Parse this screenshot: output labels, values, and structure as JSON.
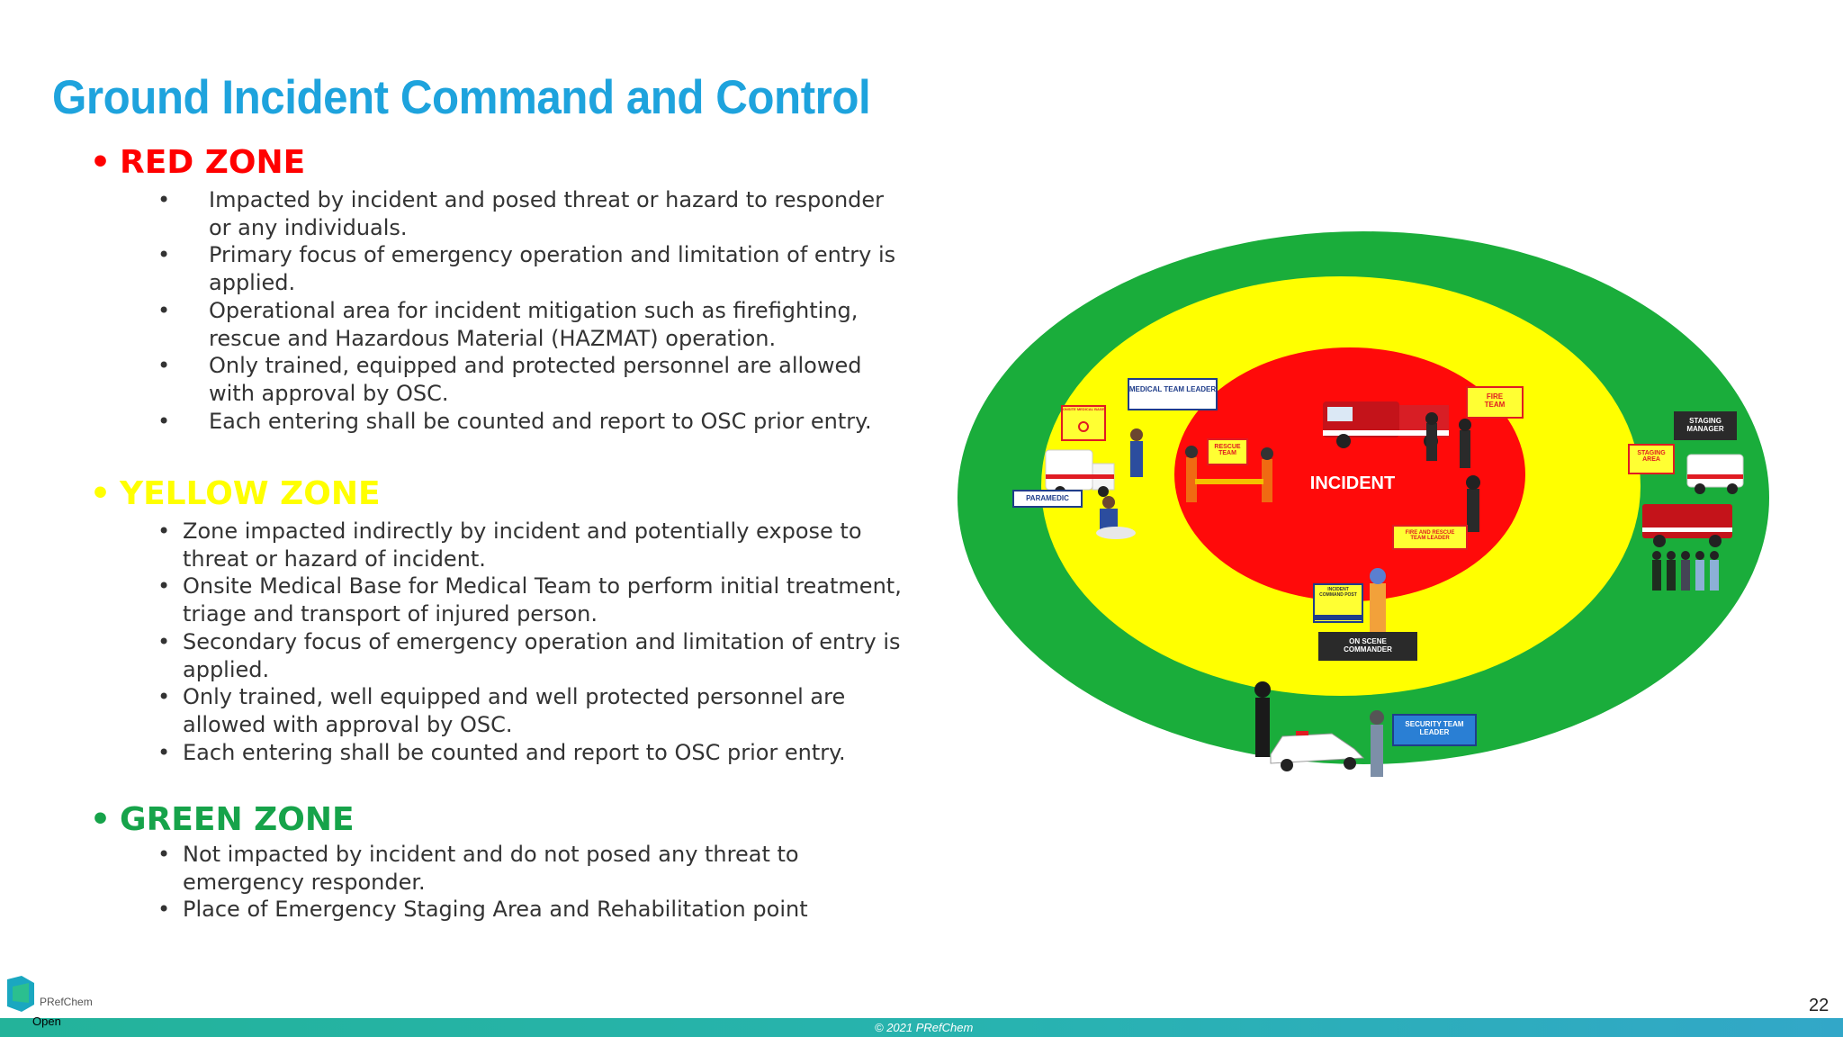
{
  "slide": {
    "title": "Ground Incident Command and Control",
    "page_number": "22",
    "copyright": "© 2021 PRefChem",
    "classification": "Open",
    "logo_text": "PRefChem"
  },
  "colors": {
    "title": "#1ea3dd",
    "red_zone": "#ee0000",
    "yellow_zone": "#ffff00",
    "green_zone": "#16a34a",
    "footer": "#23b39a"
  },
  "zones": {
    "red": {
      "heading": "RED ZONE",
      "color": "#ff0000",
      "bullets": [
        "Impacted by incident and posed threat or hazard to responder or any individuals.",
        "Primary focus of emergency operation and limitation of entry is applied.",
        "Operational area for incident mitigation such as firefighting, rescue and Hazardous Material (HAZMAT) operation.",
        "Only trained, equipped and protected personnel are allowed with approval by OSC.",
        "Each entering shall be counted and report to OSC prior entry."
      ]
    },
    "yellow": {
      "heading": "YELLOW ZONE",
      "color": "#ffff00",
      "bullets": [
        "Zone impacted indirectly by incident and potentially expose to threat or hazard of incident.",
        "Onsite Medical Base for Medical Team to perform initial treatment, triage and transport of injured person.",
        "Secondary focus of emergency operation and limitation of entry is applied.",
        "Only trained, well equipped and well protected personnel are allowed with approval by OSC.",
        "Each entering shall be counted and report to OSC prior entry."
      ]
    },
    "green": {
      "heading": "GREEN ZONE",
      "color": "#16a34a",
      "bullets": [
        "Not impacted by incident and do not posed any threat to emergency responder.",
        "Place of Emergency Staging Area and Rehabilitation point"
      ]
    }
  },
  "diagram": {
    "center_label": "INCIDENT",
    "labels": {
      "medical_team_leader": "MEDICAL TEAM LEADER",
      "onsite_medical_base": "ONSITE MEDICAL BASE",
      "paramedic": "PARAMEDIC",
      "rescue_team": "RESCUE TEAM",
      "fire_team": "FIRE TEAM",
      "fire_rescue_team_leader": "FIRE AND RESCUE TEAM LEADER",
      "incident_command_post": "INCIDENT COMMAND POST",
      "on_scene_commander": "ON SCENE COMMANDER",
      "staging_manager": "STAGING MANAGER",
      "staging_area": "STAGING AREA",
      "security_team_leader": "SECURITY TEAM LEADER"
    }
  }
}
